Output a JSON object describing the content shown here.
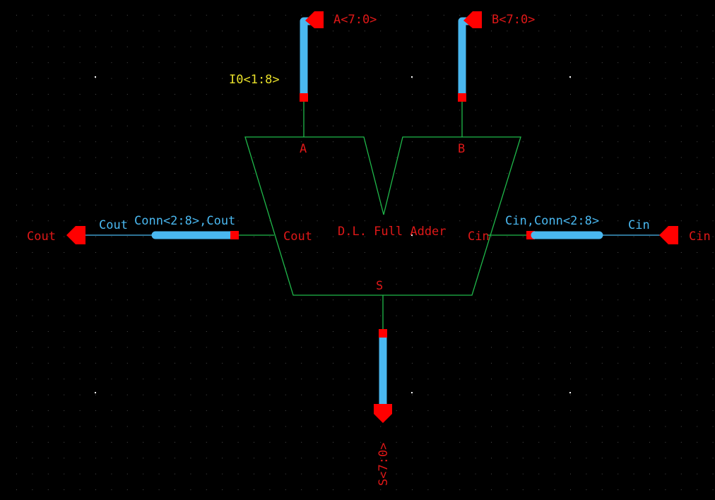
{
  "colors": {
    "background": "#000000",
    "grid_dot": "#8a8a8a",
    "symbol_outline": "#1fb84a",
    "bus_wire": "#4ab8f0",
    "pin_label": "#e01818",
    "pin_marker": "#ff0000",
    "net_label": "#4ab8f0",
    "instance_label": "#e8e02a"
  },
  "symbol": {
    "name": "D.L. Full Adder",
    "pins": {
      "a": "A",
      "b": "B",
      "cout": "Cout",
      "cin": "Cin",
      "s": "S"
    }
  },
  "instance": {
    "name": "I0<1:8>"
  },
  "ports": {
    "a": "A<7:0>",
    "b": "B<7:0>",
    "cout": "Cout",
    "cin": "Cin",
    "s": "S<7:0>"
  },
  "nets": {
    "cout_left": "Cout",
    "cout_bus": "Conn<2:8>,Cout",
    "cin_bus": "Cin,Conn<2:8>",
    "cin_right": "Cin"
  }
}
